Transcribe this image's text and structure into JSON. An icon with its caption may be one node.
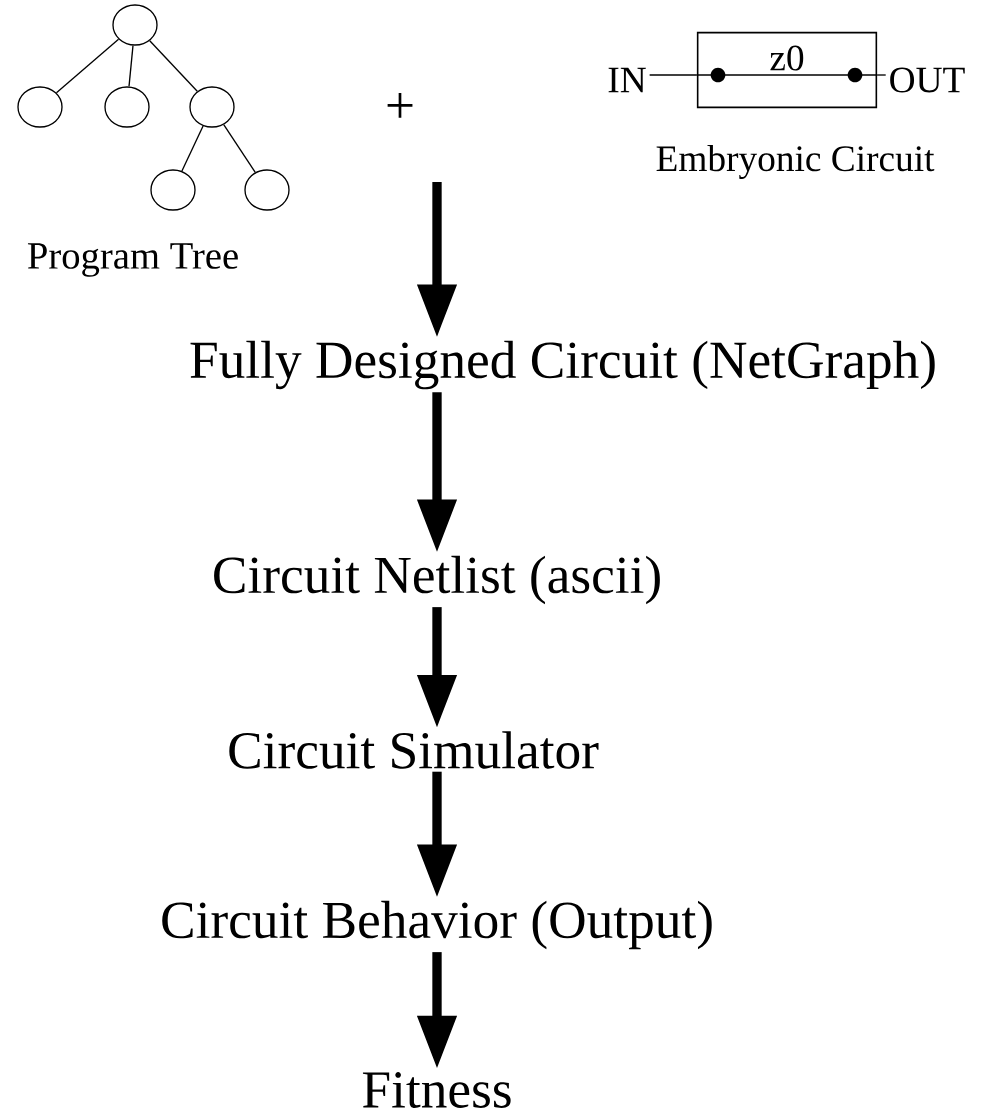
{
  "diagram": {
    "nodes": [
      {
        "text": [],
        "shape": "circle"
      },
      {
        "text": [],
        "shape": "circle"
      },
      {
        "text": [],
        "shape": "circle"
      },
      {
        "text": [],
        "shape": "circle"
      },
      {
        "text": [],
        "shape": "circle"
      },
      {
        "text": [],
        "shape": "circle"
      },
      {
        "text": [
          "IN"
        ]
      },
      {
        "text": [
          "z0"
        ],
        "beside": [
          "Embryonic Circuit"
        ]
      },
      {
        "text": [
          "OUT"
        ]
      },
      {
        "text": [
          "Fully Designed Circuit (NetGraph)"
        ]
      },
      {
        "text": [
          "Circuit Netlist (ascii)"
        ]
      },
      {
        "text": [
          "Circuit Simulator"
        ]
      },
      {
        "text": [
          "Circuit Behavior (Output)"
        ]
      },
      {
        "text": [
          "Fitness"
        ]
      }
    ],
    "edges": [
      {
        "from": 0,
        "to": 1,
        "arrow": "none"
      },
      {
        "from": 0,
        "to": 2,
        "arrow": "none"
      },
      {
        "from": 0,
        "to": 3,
        "arrow": "none"
      },
      {
        "from": 3,
        "to": 4,
        "arrow": "none"
      },
      {
        "from": 3,
        "to": 5,
        "arrow": "none"
      },
      {
        "from": 6,
        "to": 7,
        "arrow": "none"
      },
      {
        "from": 7,
        "to": 8,
        "arrow": "none"
      },
      {
        "from": null,
        "to": 9,
        "arrow": "to",
        "style": "thick"
      },
      {
        "from": 9,
        "to": 10,
        "arrow": "to",
        "style": "thick"
      },
      {
        "from": 10,
        "to": 11,
        "arrow": "to",
        "style": "thick"
      },
      {
        "from": 11,
        "to": 12,
        "arrow": "to",
        "style": "thick"
      },
      {
        "from": 12,
        "to": 13,
        "arrow": "to",
        "style": "thick"
      }
    ],
    "labels": [
      "Program Tree",
      "+"
    ]
  }
}
